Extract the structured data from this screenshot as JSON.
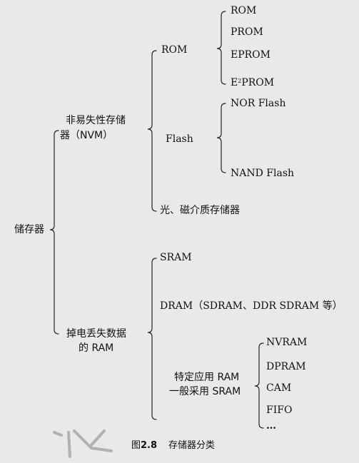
{
  "root": "储存器",
  "nvm": {
    "label_line1": "非易失性存储",
    "label_line2": "器（NVM）",
    "rom": {
      "label": "ROM",
      "items": [
        "ROM",
        "PROM",
        "EPROM"
      ],
      "e2prom_prefix": "E",
      "e2prom_sup": "2",
      "e2prom_suffix": "PROM"
    },
    "flash": {
      "label": "Flash",
      "items": [
        "NOR Flash",
        "NAND  Flash"
      ]
    },
    "optical": "光、磁介质存储器"
  },
  "ram": {
    "label_line1": "掉电丢失数据",
    "label_line2": "的 RAM",
    "sram": "SRAM",
    "dram": "DRAM（SDRAM、DDR  SDRAM 等）",
    "special": {
      "label_line1": "特定应用 RAM",
      "label_line2": "一般采用 SRAM",
      "items": [
        "NVRAM",
        "DPRAM",
        "CAM",
        "FIFO",
        "…"
      ]
    }
  },
  "caption": {
    "fig_prefix": "图",
    "fig_number": "2.8",
    "fig_title": "存储器分类"
  }
}
